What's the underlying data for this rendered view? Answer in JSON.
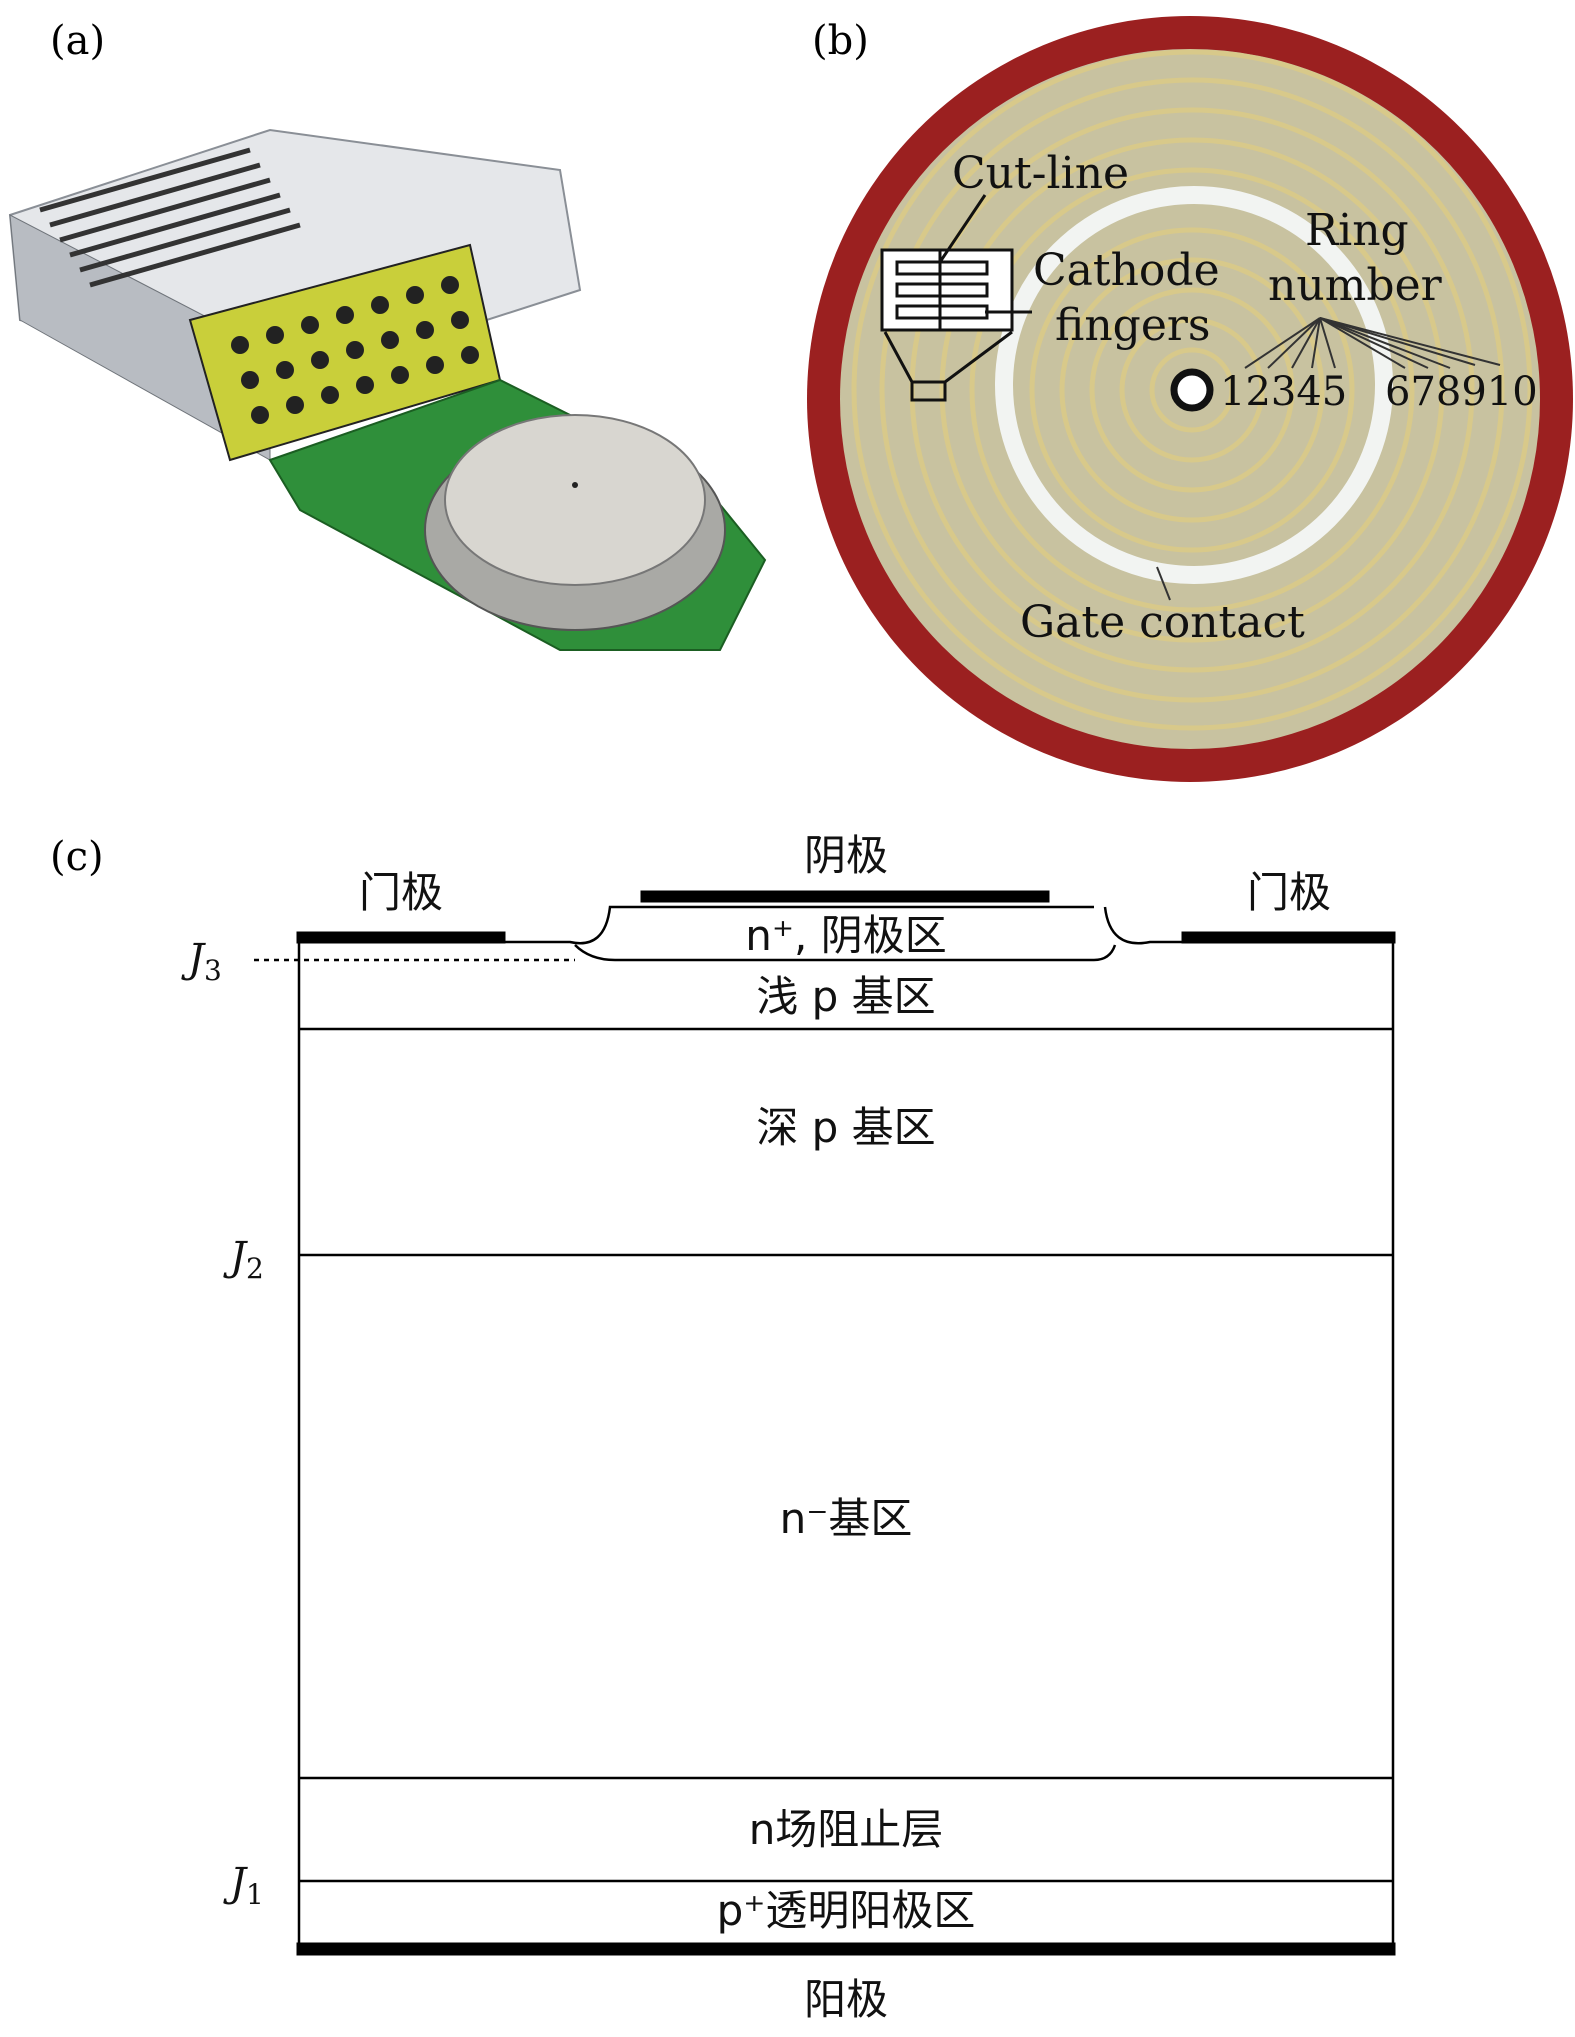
{
  "panels": {
    "a": {
      "label": "(a)"
    },
    "b": {
      "label": "(b)",
      "cut_line": "Cut-line",
      "cathode_1": "Cathode",
      "cathode_2": "fingers",
      "ring_1": "Ring",
      "ring_2": "number",
      "rings_inner": "12345",
      "rings_outer": "678910",
      "gate_contact": "Gate contact"
    },
    "c": {
      "label": "(c)",
      "gate_left": "门极",
      "gate_right": "门极",
      "cathode": "阴极",
      "n_plus": "n⁺, 阴极区",
      "shallow_p": "浅 p 基区",
      "deep_p": "深 p 基区",
      "n_minus": "n⁻基区",
      "n_stop": "n场阻止层",
      "p_plus": "p⁺透明阳极区",
      "anode": "阳极",
      "j3": "J",
      "j3_sub": "3",
      "j2": "J",
      "j2_sub": "2",
      "j1": "J",
      "j1_sub": "1"
    }
  },
  "colors": {
    "rim": "#9b2020",
    "disc": "#c8c2a0",
    "pcb": "#2f8f3a",
    "caps": "#c9cf3a"
  }
}
